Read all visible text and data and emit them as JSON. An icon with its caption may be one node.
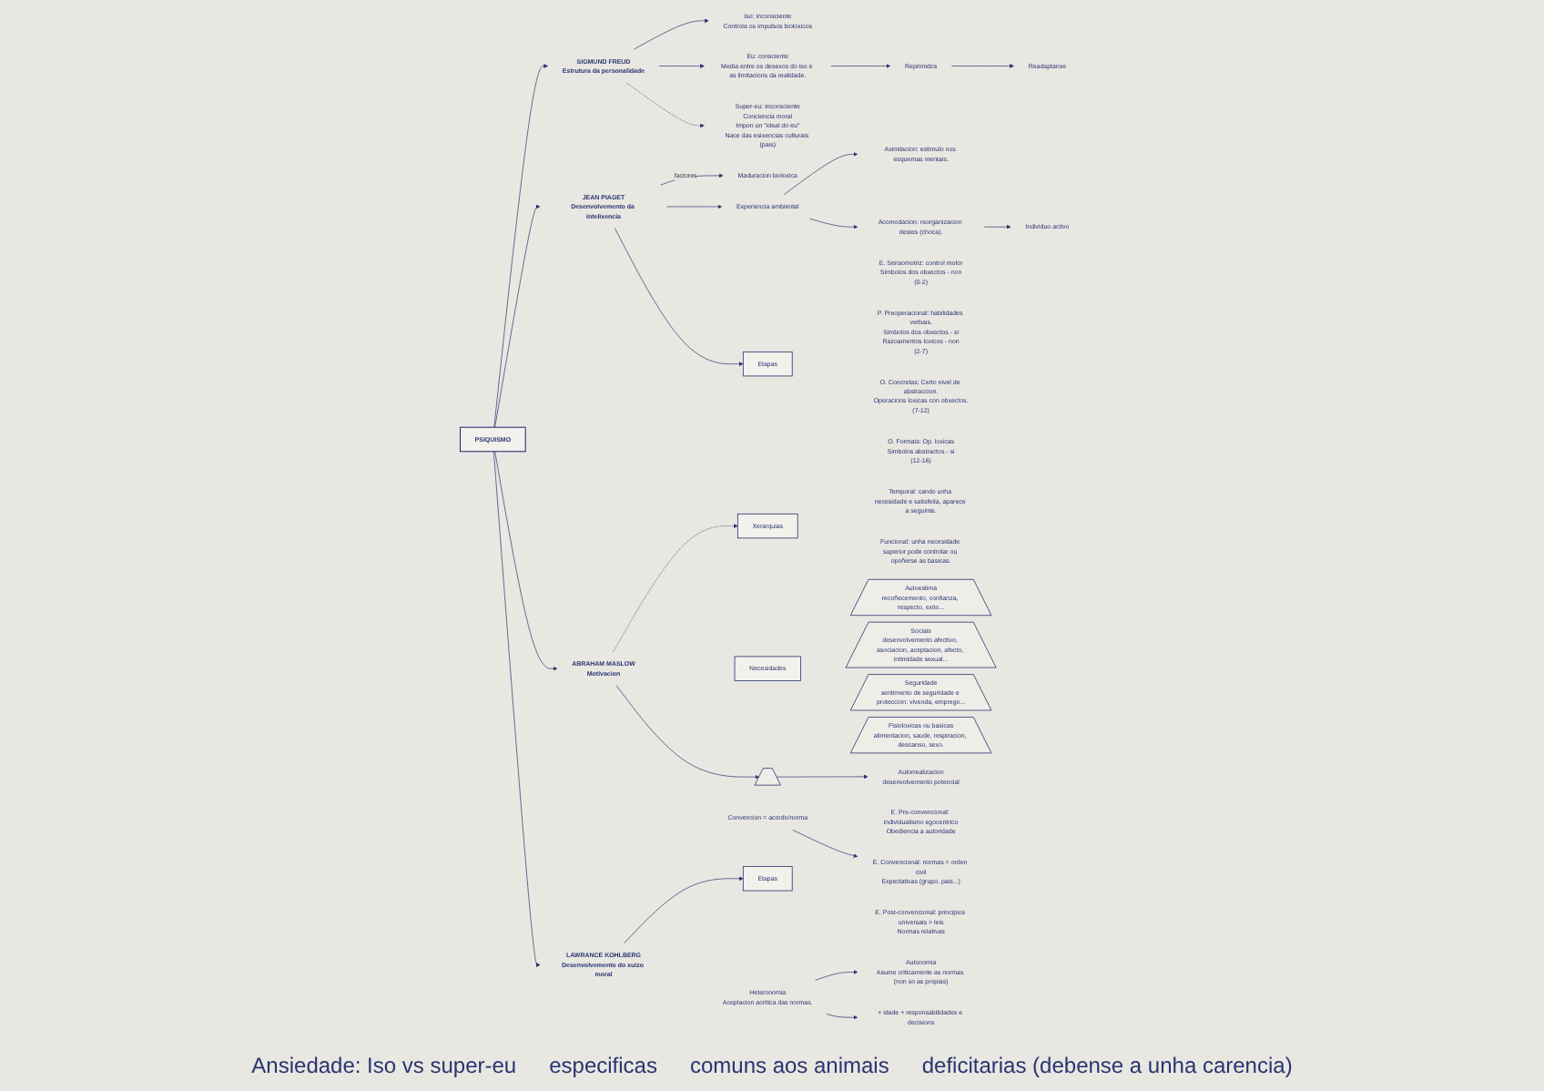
{
  "diagram": {
    "nodes": [
      {
        "text": [
          "PSIQUISMO"
        ]
      },
      {
        "text": [
          "SIGMUND FREUD",
          "Estrutura da personalidade"
        ]
      },
      {
        "text": [
          "Iso: inconsciente",
          "Controla os impulsos bioloxicos"
        ]
      },
      {
        "text": [
          "Eu: consciente",
          "Media entre os desexos do iso e as limitacions da realidade."
        ]
      },
      {
        "text": [
          "Reprimidos"
        ]
      },
      {
        "text": [
          "Readaptanse"
        ]
      },
      {
        "text": [
          "Super-eu: inconsciente",
          "Conciencia moral",
          "Impon un \"ideal do eu\"",
          "Nace das esixencias culturais (pais)"
        ]
      },
      {
        "text": [
          "JEAN PIAGET",
          "Desenvolvemento da intelixencia"
        ]
      },
      {
        "text": [
          "Maduracion bioloxica"
        ]
      },
      {
        "text": [
          "Experiencia ambiental"
        ]
      },
      {
        "text": [
          "Asimilacion: estimulo nos esquemas mentais."
        ]
      },
      {
        "text": [
          "Acomodacion: reorganizacion destes (choca)."
        ]
      },
      {
        "text": [
          "Individuo activo"
        ]
      },
      {
        "text": [
          "Etapas"
        ]
      },
      {
        "text": [
          "E. Sensomotriz: control motor",
          "Simbolos dos obxectos - non",
          "(0-2)"
        ]
      },
      {
        "text": [
          "P. Preoperacional: habilidades verbais.",
          "Simbolos dos obxectos - si",
          "Razoamentos loxicos - non",
          "(2-7)"
        ]
      },
      {
        "text": [
          "O. Concretas: Certo nivel de abstraccion.",
          "Operacions loxicas con obxectos.",
          "(7-12)"
        ]
      },
      {
        "text": [
          "O. Formais: Op. loxicas",
          "Simbolos abstractos - si",
          "(12-16)"
        ]
      },
      {
        "text": [
          "ABRAHAM MASLOW",
          "Motivacion"
        ]
      },
      {
        "text": [
          "Xerarquias"
        ]
      },
      {
        "text": [
          "Temporal: cando unha necesidade e satisfeita, aparece a seguinte."
        ]
      },
      {
        "text": [
          "Funcional: unha necesidade superior pode controlar ou opoñerse as basicas."
        ]
      },
      {
        "text": [
          "Necesidades"
        ]
      },
      {
        "text": [],
        "shape": "triangle"
      },
      {
        "text": [
          "Autoestima",
          "recoñecemento, confianza, respecto, exito..."
        ]
      },
      {
        "text": [
          "Sociais",
          "desenvolvemento afectivo, asociacion, aceptacion, afecto, intimidade sexual..."
        ]
      },
      {
        "text": [
          "Seguridade",
          "sentimento de seguridade e proteccion: vivenda, emprego..."
        ]
      },
      {
        "text": [
          "Fisioloxicas ou basicas",
          "alimentacion, saude, respiracion, descanso, sexo."
        ]
      },
      {
        "text": [
          "Autorrealizacion",
          "desenvolvemento potencial"
        ]
      },
      {
        "text": [
          "LAWRANCE KOHLBERG",
          "Desenvolvemento do xuizo moral"
        ]
      },
      {
        "text": [
          "Etapas"
        ]
      },
      {
        "text": [
          "E. Pre-convencional: individualismo egocentrico",
          "Obediencia a autoridade"
        ]
      },
      {
        "text": [
          "E. Convencional: normas = orden civil",
          "Expectativas (grupo, pais...)"
        ]
      },
      {
        "text": [
          "E. Post-convencional: principios universais > leis",
          "Normas relativas"
        ]
      },
      {
        "text": [
          "Convencion = acordo/norma"
        ]
      },
      {
        "text": [
          "Heteronomia",
          "Aceptacion acritica das normas."
        ]
      },
      {
        "text": [
          "Autonomia",
          "Asume criticamente as normas (non so as propias)"
        ]
      },
      {
        "text": [
          "+ idade + responsabilidades e decisions"
        ]
      }
    ],
    "edges": [
      {
        "from": 0,
        "to": 1,
        "arrow": "to"
      },
      {
        "from": 0,
        "to": 7,
        "arrow": "to"
      },
      {
        "from": 0,
        "to": 18,
        "arrow": "to"
      },
      {
        "from": 0,
        "to": 29,
        "arrow": "to"
      },
      {
        "from": 1,
        "to": 2,
        "arrow": "to"
      },
      {
        "from": 1,
        "to": 3,
        "arrow": "to"
      },
      {
        "from": 1,
        "to": 6,
        "arrow": "to",
        "style": "dashed"
      },
      {
        "from": 3,
        "to": 4,
        "arrow": "to"
      },
      {
        "from": 4,
        "to": 5,
        "arrow": "to"
      },
      {
        "from": 7,
        "to": 8,
        "arrow": "to",
        "label": "factores"
      },
      {
        "from": 7,
        "to": 9,
        "arrow": "to"
      },
      {
        "from": 9,
        "to": 10,
        "arrow": "to"
      },
      {
        "from": 9,
        "to": 11,
        "arrow": "to"
      },
      {
        "from": 11,
        "to": 12,
        "arrow": "to"
      },
      {
        "from": 7,
        "to": 13,
        "arrow": "to"
      },
      {
        "from": 18,
        "to": 19,
        "arrow": "to",
        "style": "dashed"
      },
      {
        "from": 18,
        "to": 23,
        "arrow": "to"
      },
      {
        "from": 23,
        "to": 28,
        "arrow": "to"
      },
      {
        "from": 29,
        "to": 30,
        "arrow": "to"
      },
      {
        "from": 34,
        "to": 32,
        "arrow": "to"
      },
      {
        "from": 35,
        "to": 36,
        "arrow": "to"
      },
      {
        "from": 35,
        "to": 37,
        "arrow": "to"
      }
    ],
    "labels": [
      "Ansiedade: Iso vs super-eu",
      "especificas",
      "comuns aos animais",
      "deficitarias (debense a unha carencia)"
    ]
  }
}
